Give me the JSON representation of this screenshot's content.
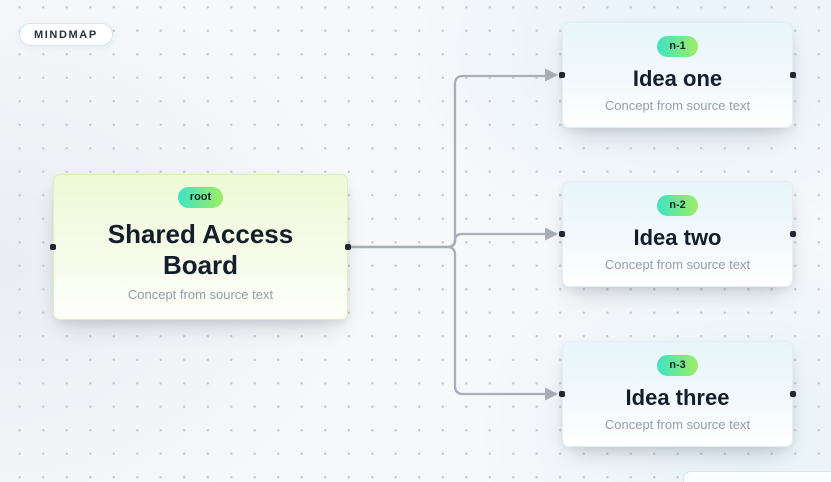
{
  "canvas": {
    "label": "MINDMAP",
    "background_color": "#f7f8fa",
    "grid_dot_color": "#c9cdd5",
    "edge_color": "#a8adb6",
    "handle_color": "#222733"
  },
  "badge_colors": {
    "gradient_start": "#3fe2c5",
    "gradient_end": "#9cef62"
  },
  "nodes": {
    "root": {
      "badge": "root",
      "title": "Shared Access Board",
      "subtitle": "Concept from source text",
      "tint": "#edf9d6",
      "border_color": "#dcf0b9"
    },
    "children": [
      {
        "badge": "n-1",
        "title": "Idea one",
        "subtitle": "Concept from source text",
        "tint": "#e7f6fa",
        "border_color": "#e3edf2"
      },
      {
        "badge": "n-2",
        "title": "Idea two",
        "subtitle": "Concept from source text",
        "tint": "#e7f6fa",
        "border_color": "#e3edf2"
      },
      {
        "badge": "n-3",
        "title": "Idea three",
        "subtitle": "Concept from source text",
        "tint": "#e7f6fa",
        "border_color": "#e3edf2"
      }
    ]
  },
  "edges": [
    {
      "from": "root",
      "to": "n-1"
    },
    {
      "from": "root",
      "to": "n-2"
    },
    {
      "from": "root",
      "to": "n-3"
    }
  ]
}
